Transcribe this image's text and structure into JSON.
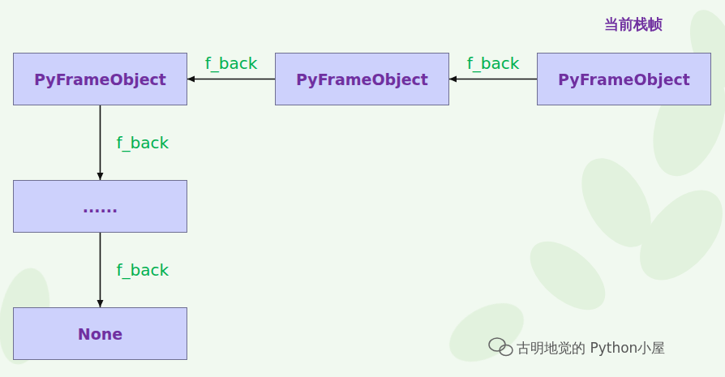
{
  "diagram": {
    "nodes": [
      {
        "text": [
          "PyFrameObject"
        ]
      },
      {
        "text": [
          "PyFrameObject"
        ]
      },
      {
        "text": [
          "当前栈帧",
          "PyFrameObject"
        ]
      },
      {
        "text": [
          "......"
        ]
      },
      {
        "text": [
          "None"
        ]
      }
    ],
    "edges": [
      {
        "from": 2,
        "to": 1,
        "label": "f_back",
        "arrow": "to"
      },
      {
        "from": 1,
        "to": 0,
        "label": "f_back",
        "arrow": "to"
      },
      {
        "from": 0,
        "to": 3,
        "label": "f_back",
        "arrow": "to"
      },
      {
        "from": 3,
        "to": 4,
        "label": "f_back",
        "arrow": "to"
      }
    ],
    "labels": [
      "古明地觉的 Python小屋"
    ]
  }
}
